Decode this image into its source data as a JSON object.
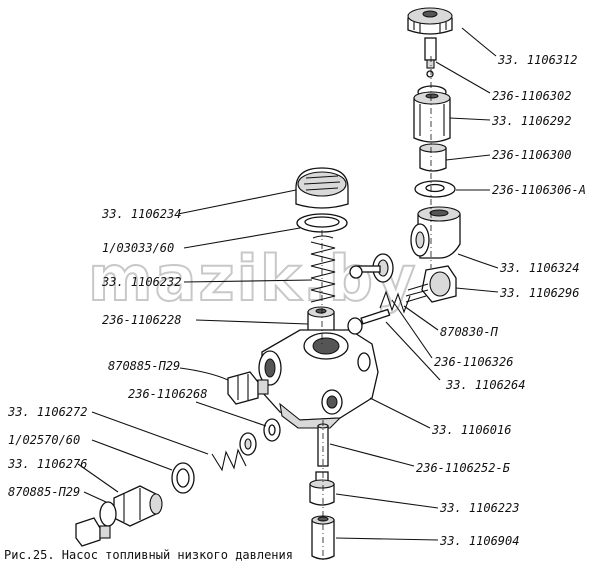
{
  "watermark": "mazik.by",
  "caption": "Рис.25. Насос топливный низкого давления",
  "callouts": [
    {
      "id": "c1",
      "text": "33. 1106312"
    },
    {
      "id": "c2",
      "text": "236-1106302"
    },
    {
      "id": "c3",
      "text": "33. 1106292"
    },
    {
      "id": "c4",
      "text": "236-1106300"
    },
    {
      "id": "c5",
      "text": "236-1106306-А"
    },
    {
      "id": "c6",
      "text": "33. 1106234"
    },
    {
      "id": "c7",
      "text": "1/03033/60"
    },
    {
      "id": "c8",
      "text": "33. 1106232"
    },
    {
      "id": "c9",
      "text": "33. 1106324"
    },
    {
      "id": "c10",
      "text": "33. 1106296"
    },
    {
      "id": "c11",
      "text": "236-1106228"
    },
    {
      "id": "c12",
      "text": "870830-П"
    },
    {
      "id": "c13",
      "text": "236-1106326"
    },
    {
      "id": "c14",
      "text": "870885-П29"
    },
    {
      "id": "c15",
      "text": "33. 1106264"
    },
    {
      "id": "c16",
      "text": "236-1106268"
    },
    {
      "id": "c17",
      "text": "33. 1106016"
    },
    {
      "id": "c18",
      "text": "33. 1106272"
    },
    {
      "id": "c19",
      "text": "1/02570/60"
    },
    {
      "id": "c20",
      "text": "236-1106252-Б"
    },
    {
      "id": "c21",
      "text": "33. 1106276"
    },
    {
      "id": "c22",
      "text": "870885-П29"
    },
    {
      "id": "c23",
      "text": "33. 1106223"
    },
    {
      "id": "c24",
      "text": "33. 1106904"
    }
  ]
}
